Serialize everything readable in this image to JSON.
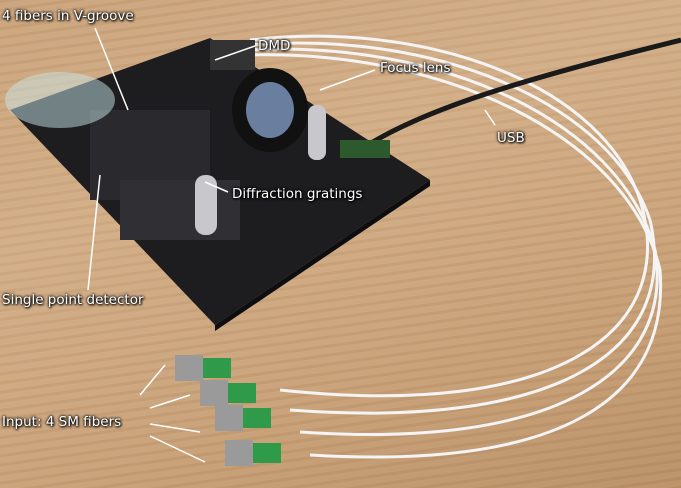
{
  "labels": {
    "fibers_vgroove": "4 fibers in V-groove",
    "dmd": "DMD",
    "focus_lens": "Focus lens",
    "usb": "USB",
    "diffraction_gratings": "Diffraction gratings",
    "single_point_detector": "Single point detector",
    "input_fibers": "Input: 4 SM fibers"
  },
  "colors": {
    "plate": "#1d1d20",
    "connector_green": "#2e9a4a",
    "fiber": "#f4f4f4",
    "wood": "#c9a27a"
  }
}
